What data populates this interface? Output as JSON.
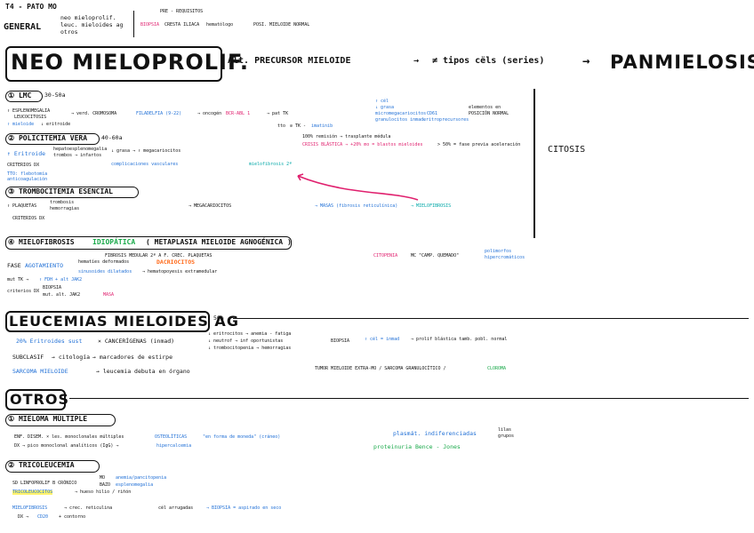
{
  "header": {
    "title": "T4 - PATO MO",
    "general": "GENERAL",
    "general_items": [
      "neo mieloprolif.",
      "leuc. mieloides ag",
      "otros"
    ],
    "prerequisitos": "PRE - REQUISITOS",
    "biopsia": "BIOPSIA",
    "cresta": "CRESTA ILIACA",
    "hematologo": "hematólogo",
    "posi": "POSI. MIELOIDE NORMAL"
  },
  "neo": {
    "title": "NEO MIELOPROLIF.",
    "alt": "Alt. PRECURSOR MIELOIDE",
    "arrow1": "→",
    "tipos": "≠ tipos cëls (series)",
    "arrow2": "→",
    "panmielosis": "PANMIELOSIS"
  },
  "lmc": {
    "label": "① LMC",
    "age": "30-50a",
    "l1": "↑ ESPLENOMEGALIA",
    "l2": "LEUCOCITOSIS",
    "l3": "↑ mieloide",
    "l4": "↓ eritroide",
    "cromosoma": "→ verd. CROMOSOMA",
    "filadelfia": "FILADELFIA (9-22)",
    "oncogen": "→ oncogén",
    "bcr": "BCR-ABL 1",
    "tk": "→ pat TK",
    "tto": "tto",
    "itk": "⊘ TK -",
    "imatinib": "imatinib",
    "remision": "100% remisión → trasplante médula",
    "crisis": "CRISIS BLÁSTICA → +20% mo = blastos mieloides",
    "fase": "> 50% = fase previa aceleración",
    "gcel": "↑ cél",
    "grasa": "↓ grasa",
    "micro": "micromegacariocitos",
    "cdg": "CD61",
    "granulo": "granulocitos inmad.",
    "eritro": "eritroprecursores",
    "elementos": "elementos en",
    "posicion": "POSICIÓN NORMAL"
  },
  "pv": {
    "label": "② POLICITEMIA VERA",
    "age": "40-60a",
    "eritroide": "↑ Eritroide",
    "hepato": "hepatoesplenomegalia",
    "trombo": "trombos → infartos",
    "criterios": "CRITERIOS DX",
    "grasa": "↓ grasa → ↑ megacariocitos",
    "complicaciones": "complicaciones vasculares",
    "mielofibrosis": "mielofibrosis 2ª",
    "tto": "TTO: flebotomía",
    "anticoag": "anticoagulación",
    "citosis": "CITOSIS"
  },
  "te": {
    "label": "③ TROMBOCITEMIA ESENCIAL",
    "plaquetas": "↑ PLAQUETAS",
    "trombosis": "trombosis",
    "hemorragias": "hemorragias",
    "criterios": "CRITERIOS DX",
    "megas": "→ MEGACARIOCITOS",
    "masas": "→ MASAS (fibrosis reticulínica)",
    "mielofibrosis": "→ MIELOFIBROSIS"
  },
  "mi": {
    "label": "④ MIELOFIBROSIS",
    "idiopatica": "IDIOPÁTICA",
    "metaplasia": "( METAPLASIA MIELOIDE AGNOGÉNICA )",
    "fibrosis": "FIBROSIS MEDULAR 2ª A F. CREC. PLAQUETAS",
    "citopenia": "CITOPENIA",
    "mc": "MC \"CAMP. QUEMADO\"",
    "polimorfos": "polimorfos",
    "hipercromaticos": "hipercromáticos",
    "fase": "FASE",
    "agotamiento": "AGOTAMIENTO",
    "hematies": "hematíes deformados",
    "sinusoides": "sinusoides dilatados",
    "dacriocitos": "DACRIOCITOS",
    "hemato": "→ hematopoyesis extramedular",
    "mut": "mut TK →",
    "jak": "↑ FDH + alt JAK2",
    "criteri": "criterios DX",
    "biopsia": "BIOPSIA",
    "mut2": "mut. alt. JAK2",
    "masa": "MASA"
  },
  "lma": {
    "title": "LEUCEMIAS MIELOIDES AG",
    "age": "50a",
    "p20": "20% Eritroides sust",
    "canc": "× CANCERÍGENAS (inmad)",
    "eritro": "↓ eritrocitos → anemia - fatiga",
    "neutro": "↓ neutrof → inf oportunistas",
    "trombo": "↓ trombocitopenia → hemorragias",
    "biopsia": "BIOPSIA",
    "cel": "↑ cél = inmad",
    "prolif": "→ prolif blástica tamb. pobl. normal",
    "subclas": "SUBCLASIF",
    "citologia": "→ citología",
    "marcadores": "→ marcadores de estirpe",
    "sarcoma": "SARCOMA MIELOIDE",
    "debuta": "→ leucemia debuta en órgano",
    "tumor": "TUMOR MIELOIDE EXTRA-MO / SARCOMA GRANULOCÍTICO /",
    "cloroma": "CLOROMA"
  },
  "otros": {
    "title": "OTROS",
    "mm": "① MIELOMA MÚLTIPLE",
    "enf": "ENF. DISEM. × les. monoclonales múltiples",
    "osteoliticas": "OSTEOLÍTICAS",
    "moneda": "\"en forma de moneda\" (cráneo)",
    "dx": "DX → pico monoclonal analíticos (IgG) →",
    "hiperc": "hipercalcemia",
    "plasmat": "plasmát. indiferenciadas",
    "bence": "proteinuria Bence - Jones",
    "lilas": "lilas",
    "grupos": "grupos",
    "tri": "② TRICOLEUCEMIA",
    "sd": "SD LINFOPROLIF B CRÓNICO",
    "mo": "MO",
    "bazo": "BAZO",
    "anemia": "anemia/pancitopenia",
    "espleno": "esplenomegalia",
    "trico": "TRICOLEUCOCITOS",
    "hueso": "→ hueso hilio / riñón",
    "mielo": "MIELOFIBROSIS",
    "crec": "→ crec. reticulina",
    "cel": "cél arrugadas",
    "biopsia": "→ BIOPSIA = aspirado en seco",
    "dx2": "DX →",
    "cd20": "CD20",
    "contorno": "+ contorno"
  }
}
